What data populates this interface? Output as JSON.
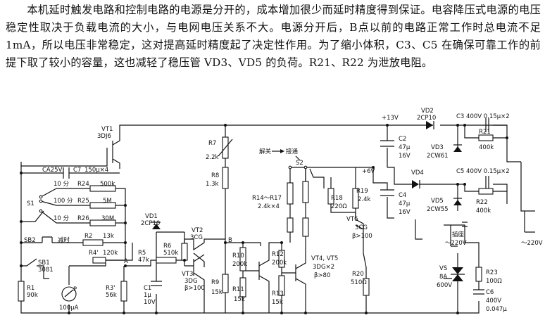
{
  "paragraph": "本机延时触发电路和控制电路的电源是分开的，成本增加很少而延时精度得到保证。电容降压式电源的电压稳定性取决于负载电流的大小，与电网电压关系不大。电源分开后，B点以前的电路正常工作时总电流不足 1mA，所以电压非常稳定，这对提高延时精度起了决定性作用。为了缩小体积，C3、C5 在确保可靠工作的前提下取了较小的容量，这也减轻了稳压管 VD3、VD5 的负荷。R21、R22 为泄放电阻。",
  "labels": {
    "vt1": "VT1",
    "vt1_type": "3DJ6",
    "ca25v": "CA25V",
    "c7": "C7",
    "c7_val": "150μ×4",
    "r24_time": "10 分",
    "r24": "R24",
    "r24_val": "500k",
    "r25_time": "100 分",
    "r25": "R25",
    "r25_val": "5M",
    "r26_time": "10 分",
    "r26": "R26",
    "r26_val": "30M",
    "s1": "S1",
    "sb2": "SB2",
    "sb2_note": "减时",
    "r2": "R2",
    "r2_val": "13k",
    "sb1": "SB1",
    "sb1_note": "3081",
    "r1": "R1",
    "r1_val": "90k",
    "meter": "P",
    "meter_val": "100μA",
    "r4": "R4'",
    "r4_val": "120k",
    "point_a": "A",
    "r3": "R3'",
    "r3_val": "56k",
    "r5": "R5",
    "r5_val": "47k",
    "vd1": "VD1",
    "vd1_type": "2CP10",
    "r6": "R6",
    "r6_val": "510k",
    "c1": "C1",
    "c1_val": "1μ",
    "c1_v": "10V",
    "vt2": "VT2",
    "vt2_type": "3CG",
    "vt3": "VT3",
    "vt3_type": "3DG",
    "vt3_beta": "β>100",
    "point_b": "B",
    "r7": "R7",
    "r7_val": "2.2k",
    "r8": "R8",
    "r8_val": "1.3k",
    "r9": "R9",
    "r9_val": "15k",
    "r10": "R10",
    "r10_val": "200k",
    "r11": "R11",
    "r11_val": "15k",
    "r12": "R12",
    "r12_val": "200k",
    "r13": "R13",
    "r13_val": "15k",
    "s2_left": "解关",
    "s2_right": "接通",
    "s2": "S2",
    "r14": "R14～R17",
    "r14_val": "2.4k×4",
    "r18": "R18",
    "r18_val": "220Ω",
    "r19": "R19",
    "r19_val": "2.4k",
    "vt6": "VT6",
    "vt6_type": "3CG",
    "vt6_beta": "β>100",
    "vt45": "VT4, VT5",
    "vt45_type": "3DG×2",
    "vt45_beta": "β>80",
    "r20": "R20",
    "r20_val": "510Ω",
    "v13": "+13V",
    "v6": "+6V",
    "vd2": "VD2",
    "vd2_type": "2CP10",
    "c3": "C3 400V 0.15μ×2",
    "r21": "R21",
    "r21_val": "400k",
    "c2": "C2",
    "c2_val": "47μ",
    "c2_v": "16V",
    "vd3": "VD3",
    "vd3_type": "2CW61",
    "vd4": "VD4",
    "c5": "C5 400V 0.15μ×2",
    "c4": "C4",
    "c4_val": "47μ",
    "c4_v": "16V",
    "vd5": "VD5",
    "vd5_type": "2CW55",
    "r22": "R22",
    "r22_val": "400k",
    "socket": "插座",
    "socket_v": "～220V",
    "mains": "～220V",
    "vs": "VS",
    "vs_val1": "8A",
    "vs_val2": "600V",
    "r23": "R23",
    "r23_val": "100Ω",
    "c6": "C6",
    "c6_val": "400V",
    "c6_val2": "0.047μ"
  }
}
